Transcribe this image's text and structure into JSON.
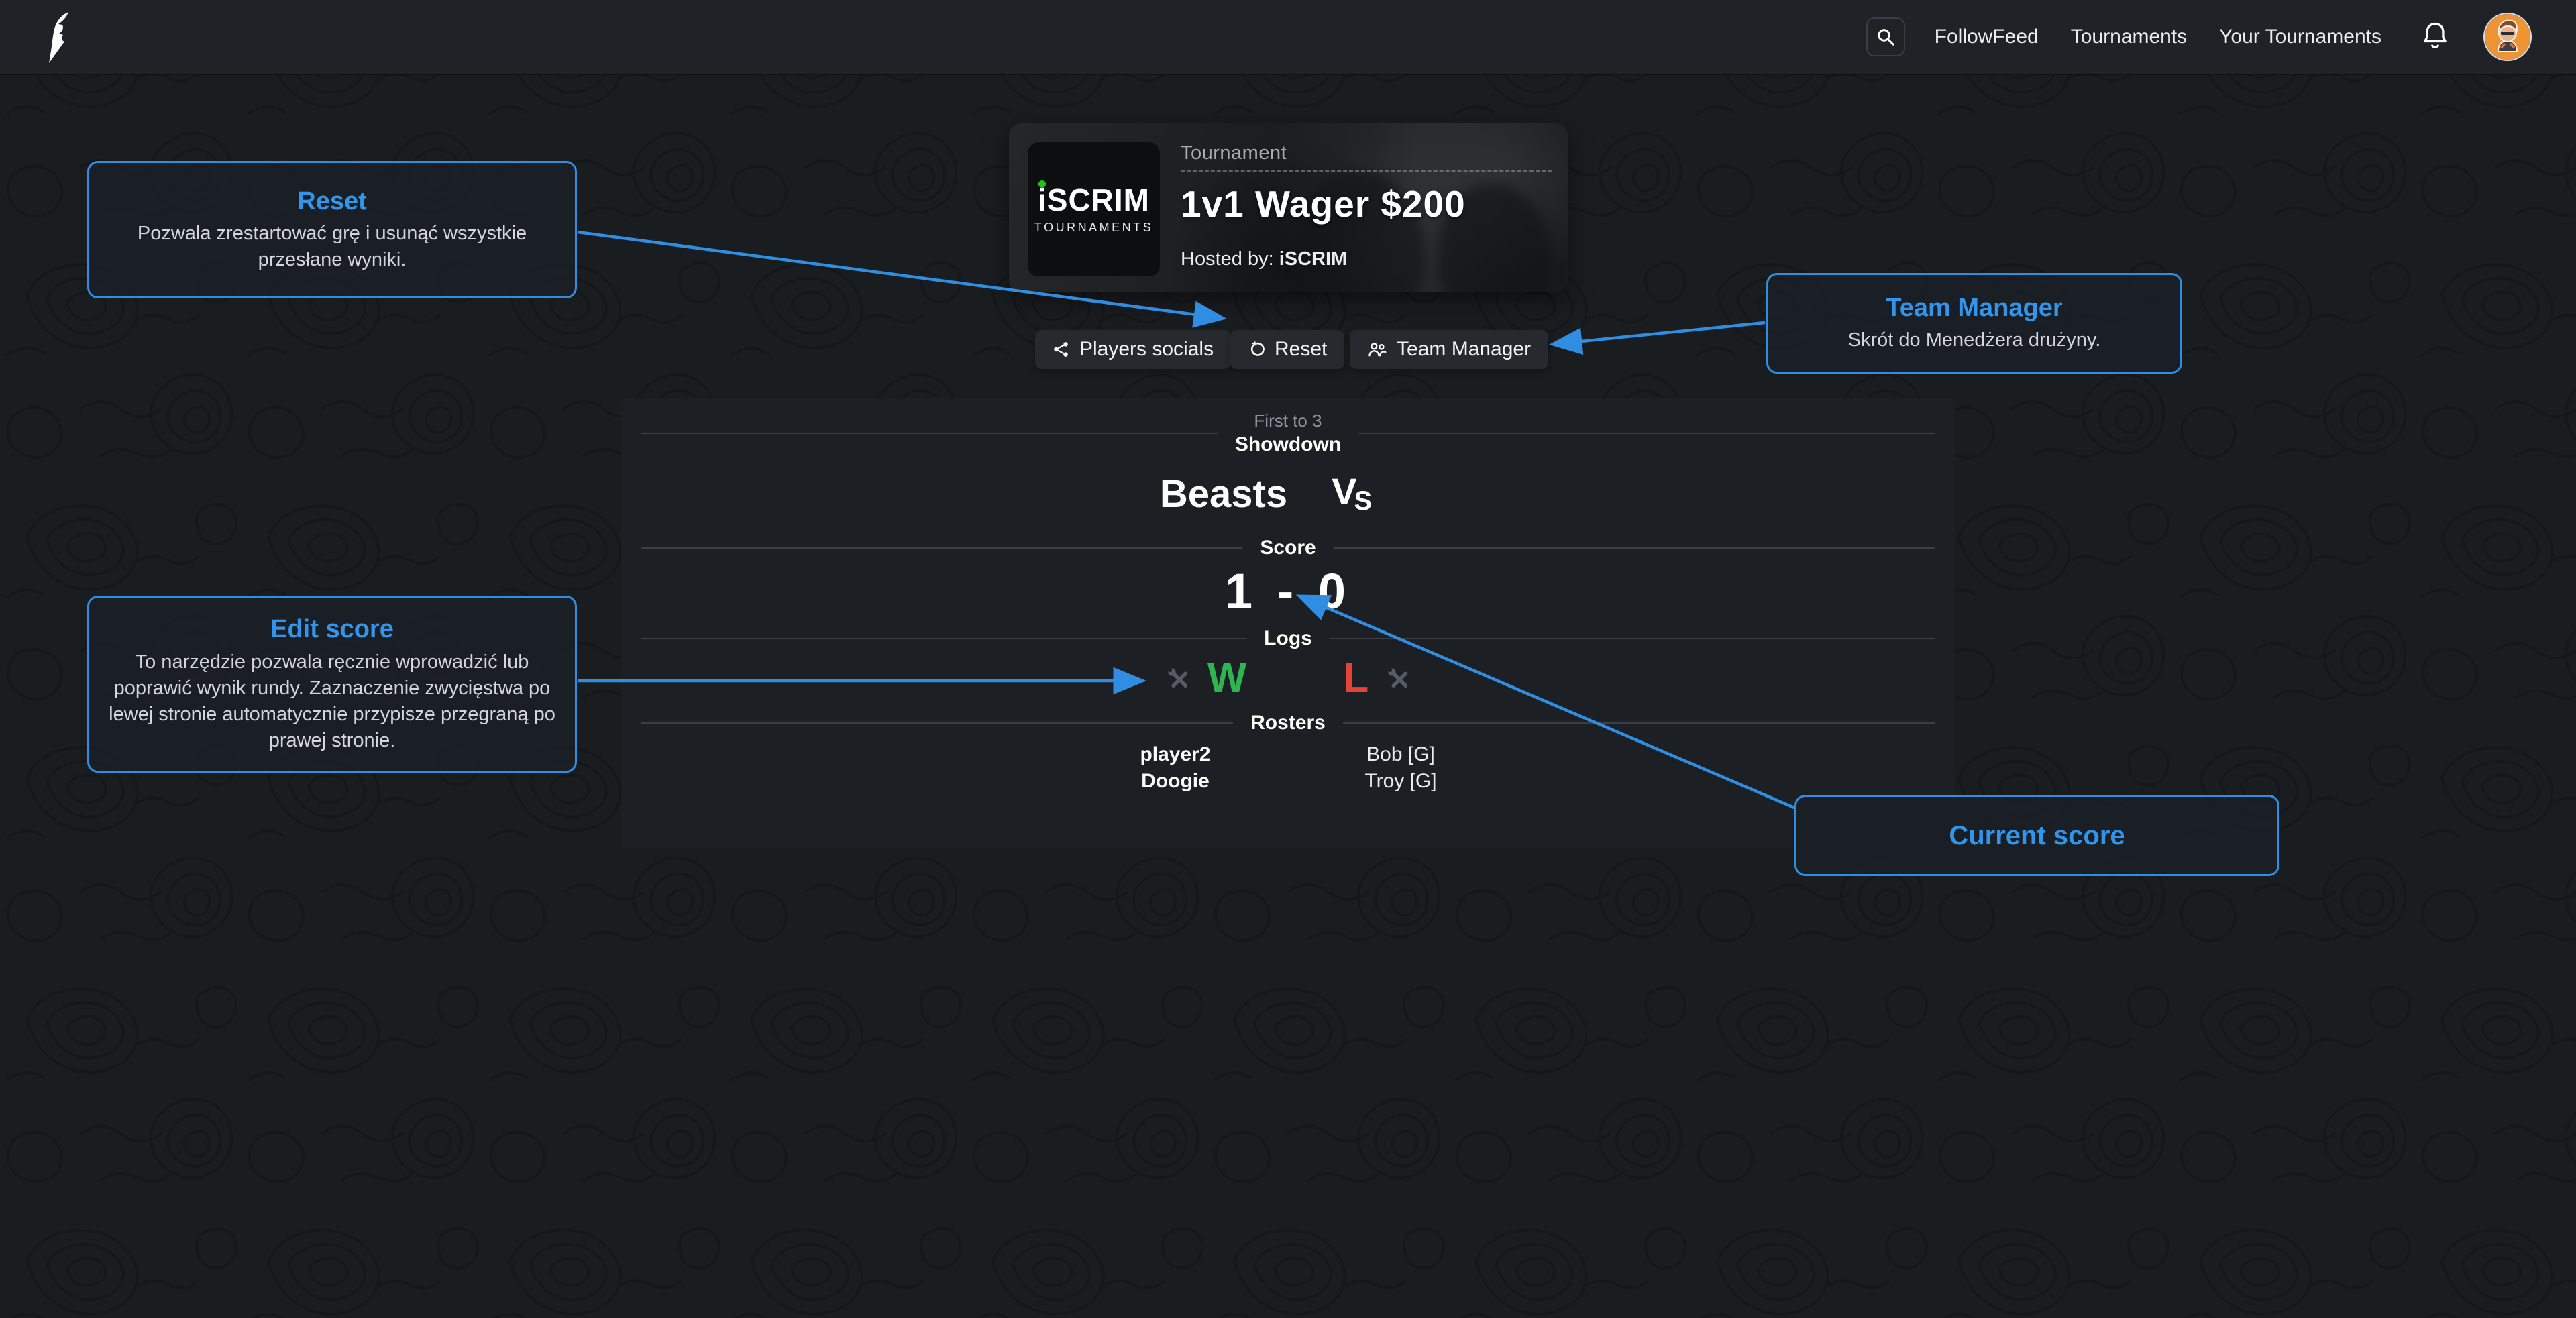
{
  "nav": {
    "links": [
      {
        "label": "FollowFeed"
      },
      {
        "label": "Tournaments"
      },
      {
        "label": "Your Tournaments"
      }
    ]
  },
  "tournament": {
    "kicker": "Tournament",
    "title": "1v1 Wager $200",
    "hosted_prefix": "Hosted by: ",
    "host": "iSCRIM",
    "logo_word": "iSCRIM",
    "logo_sub": "TOURNAMENTS"
  },
  "actions": {
    "players_socials": "Players socials",
    "reset": "Reset",
    "team_manager": "Team Manager"
  },
  "match": {
    "format": "First to 3",
    "stage": "Showdown",
    "team_left": "Beasts",
    "vs_v": "V",
    "vs_s": "S",
    "score_label": "Score",
    "score": "1 - 0",
    "logs_label": "Logs",
    "win_letter": "W",
    "loss_letter": "L",
    "rosters_label": "Rosters",
    "roster_left": [
      "player2",
      "Doogie"
    ],
    "roster_right": [
      "Bob [G]",
      "Troy [G]"
    ]
  },
  "callouts": {
    "reset": {
      "title": "Reset",
      "body": "Pozwala zrestartować grę i usunąć wszystkie przesłane wyniki."
    },
    "team_manager": {
      "title": "Team Manager",
      "body": "Skrót do Menedżera drużyny."
    },
    "edit_score": {
      "title": "Edit score",
      "body": "To narzędzie pozwala ręcznie wprowadzić lub poprawić wynik rundy. Zaznaczenie zwycięstwa po lewej stronie automatycznie przypisze przegraną po prawej stronie."
    },
    "current_score": {
      "title": "Current score"
    }
  },
  "colors": {
    "accent": "#3295ec",
    "win": "#2eb550",
    "loss": "#e5423b",
    "panel_bg": "#1c1f23",
    "page_bg": "#1a1d20"
  }
}
